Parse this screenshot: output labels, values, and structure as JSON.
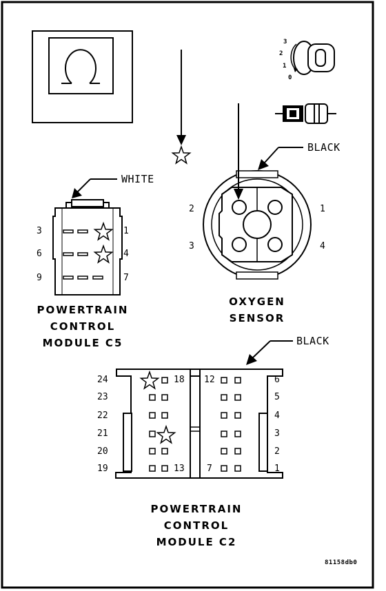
{
  "labels": {
    "white": "WHITE",
    "black_top": "BLACK",
    "black_bottom": "BLACK",
    "figure_id": "81158db0"
  },
  "components": {
    "pcm_c5": {
      "title": [
        "POWERTRAIN",
        "CONTROL",
        "MODULE C5"
      ],
      "pins": [
        "3",
        "1",
        "6",
        "4",
        "9",
        "7"
      ]
    },
    "oxygen_sensor": {
      "title": [
        "OXYGEN",
        "SENSOR"
      ],
      "pins": [
        "2",
        "1",
        "3",
        "4"
      ]
    },
    "pcm_c2": {
      "title": [
        "POWERTRAIN",
        "CONTROL",
        "MODULE C2"
      ],
      "pins": [
        "24",
        "18",
        "12",
        "6",
        "23",
        "5",
        "22",
        "4",
        "21",
        "3",
        "20",
        "2",
        "19",
        "13",
        "7",
        "1"
      ]
    }
  },
  "ignition_key_positions": [
    "3",
    "2",
    "1",
    "0"
  ],
  "icons": [
    "ohmmeter-icon",
    "ignition-key-icon",
    "disconnect-connector-icon",
    "star-icon",
    "arrow-icon"
  ]
}
